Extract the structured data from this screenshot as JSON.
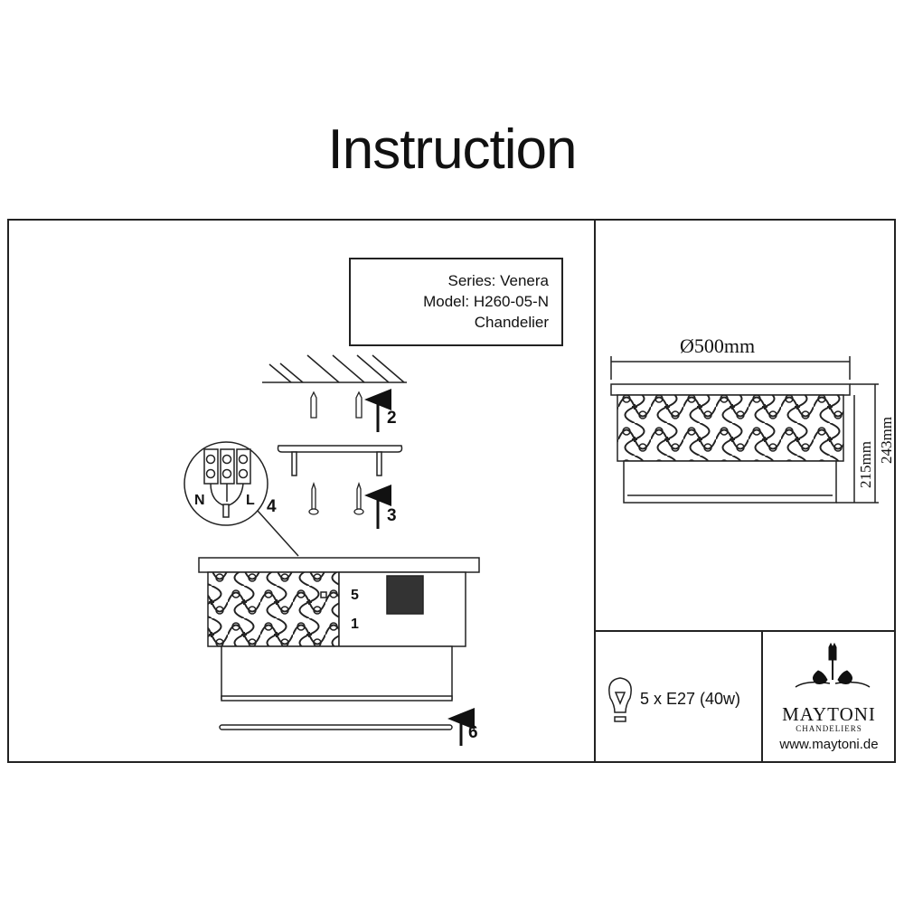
{
  "title": "Instruction",
  "info": {
    "series": "Series: Venera",
    "model": "Model: H260-05-N",
    "type": "Chandelier"
  },
  "steps": {
    "s1": "1",
    "s2": "2",
    "s3": "3",
    "s4": "4",
    "s5": "5",
    "s6": "6"
  },
  "wiring": {
    "neutral": "N",
    "live": "L"
  },
  "dimensions": {
    "diameter": "Ø500mm",
    "body_height": "215mm",
    "total_height": "243mm"
  },
  "bulb": {
    "spec": "5 x E27 (40w)"
  },
  "brand": {
    "name": "MAYTONI",
    "subtitle": "CHANDELIERS",
    "url": "www.maytoni.de"
  }
}
